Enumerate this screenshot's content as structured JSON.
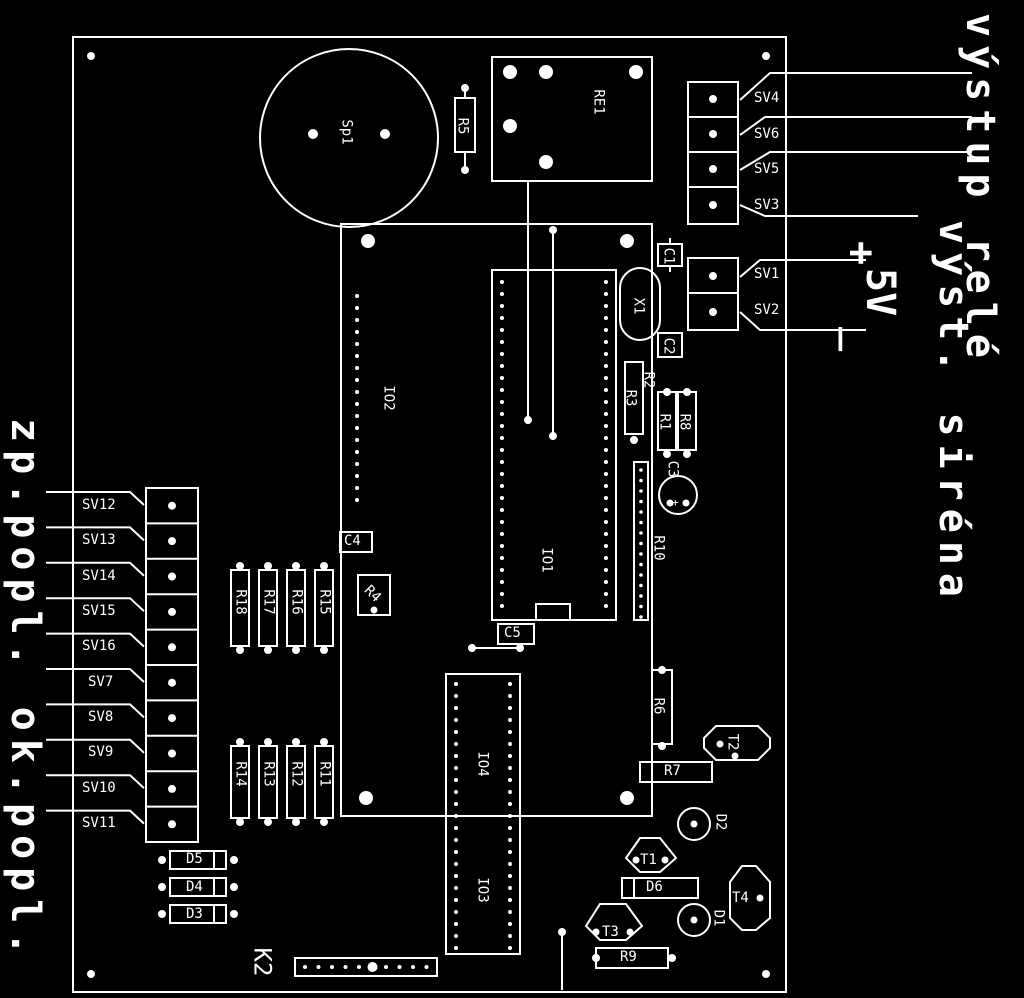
{
  "side_labels": {
    "vystup_rele": "výstup relé",
    "vyst_sirena": "výst. siréna",
    "zp_pop": "zp.popl. ok.popl.",
    "plus": "+",
    "five_v": "5V",
    "minus": "_"
  },
  "connectors_right": [
    "SV4",
    "SV6",
    "SV5",
    "SV3"
  ],
  "connectors_power": [
    "SV1",
    "SV2"
  ],
  "connectors_left": [
    "SV12",
    "SV13",
    "SV14",
    "SV15",
    "SV16",
    "SV7",
    "SV8",
    "SV9",
    "SV10",
    "SV11"
  ],
  "components": {
    "sp1": "Sp1",
    "re1": "RE1",
    "r5": "R5",
    "c1": "C1",
    "x1": "X1",
    "c2": "C2",
    "r2": "R2",
    "r3": "R3",
    "r1": "R1",
    "r8": "R8",
    "c3": "C3",
    "c3_plus": "+",
    "io2": "IO2",
    "io1": "IO1",
    "r10": "R10",
    "c4": "C4",
    "r4": "R4",
    "c5": "C5",
    "r18": "R18",
    "r17": "R17",
    "r16": "R16",
    "r15": "R15",
    "r14": "R14",
    "r13": "R13",
    "r12": "R12",
    "r11": "R11",
    "io4": "IO4",
    "io3": "IO3",
    "r6": "R6",
    "t2": "T2",
    "r7": "R7",
    "d2": "D2",
    "t1": "T1",
    "d6": "D6",
    "t4": "T4",
    "d1": "D1",
    "t3": "T3",
    "r9": "R9",
    "d5": "D5",
    "d4": "D4",
    "d3": "D3",
    "k2": "K2"
  }
}
